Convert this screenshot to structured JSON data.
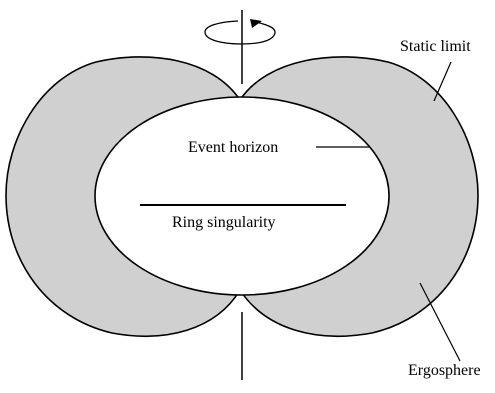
{
  "labels": {
    "static_limit": "Static limit",
    "event_horizon": "Event horizon",
    "ring_singularity": "Ring singularity",
    "ergosphere": "Ergosphere"
  },
  "colors": {
    "ergosphere_fill": "#d0d0d0",
    "stroke": "#000000",
    "background": "#ffffff"
  }
}
